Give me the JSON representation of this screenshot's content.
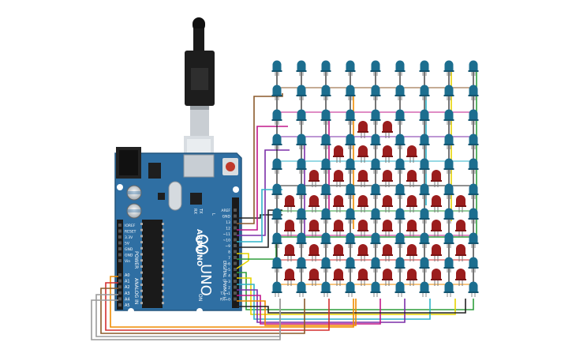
{
  "board": {
    "brand": "ARDUINO",
    "model": "UNO",
    "power_header_label": "POWER",
    "analog_header_label": "ANALOG IN",
    "digital_header_label": "DIGITAL (PWM ~)",
    "on_led_label": "ON",
    "tx_label": "TX",
    "rx_label": "RX",
    "l_label": "L",
    "power_pins": [
      "IOREF",
      "RESET",
      "3.3V",
      "5V",
      "GND",
      "GND",
      "Vin"
    ],
    "analog_pins": [
      "A0",
      "A1",
      "A2",
      "A3",
      "A4",
      "A5"
    ],
    "digital_pins": [
      "AREF",
      "GND",
      "13",
      "12",
      "~11",
      "~10",
      "~9",
      "8",
      "7",
      "~6",
      "~5",
      "4",
      "~3",
      "2",
      "TX→1",
      "RX←0"
    ]
  },
  "colors": {
    "board_blue": "#2f6fa3",
    "led_off_blue": "#1c6e8f",
    "led_on_red": "#9b1d1d",
    "wire_black": "#222222",
    "wire_brown": "#8b5a2b",
    "wire_red": "#d32f2f",
    "wire_orange": "#f08c00",
    "wire_yellow": "#e6d300",
    "wire_green": "#2e9e3c",
    "wire_cyan": "#2fb3c8",
    "wire_purple": "#7b2fa8",
    "wire_magenta": "#c2188b",
    "wire_gray": "#9a9a9a"
  },
  "matrix": {
    "columns": 8,
    "rows": 9,
    "lit": [
      [
        0,
        0,
        0,
        0,
        0,
        0,
        0,
        0
      ],
      [
        0,
        0,
        0,
        0,
        0,
        0,
        0,
        0
      ],
      [
        0,
        0,
        0,
        1,
        1,
        0,
        0,
        0
      ],
      [
        0,
        0,
        1,
        1,
        1,
        1,
        0,
        0
      ],
      [
        0,
        1,
        1,
        1,
        1,
        1,
        1,
        0
      ],
      [
        1,
        1,
        1,
        1,
        1,
        1,
        1,
        1
      ],
      [
        1,
        1,
        1,
        1,
        1,
        1,
        1,
        1
      ],
      [
        1,
        1,
        1,
        1,
        1,
        1,
        1,
        1
      ],
      [
        1,
        1,
        1,
        1,
        1,
        1,
        1,
        1
      ]
    ]
  },
  "usb_cable": {
    "icon": "usb-b-plug-icon"
  }
}
